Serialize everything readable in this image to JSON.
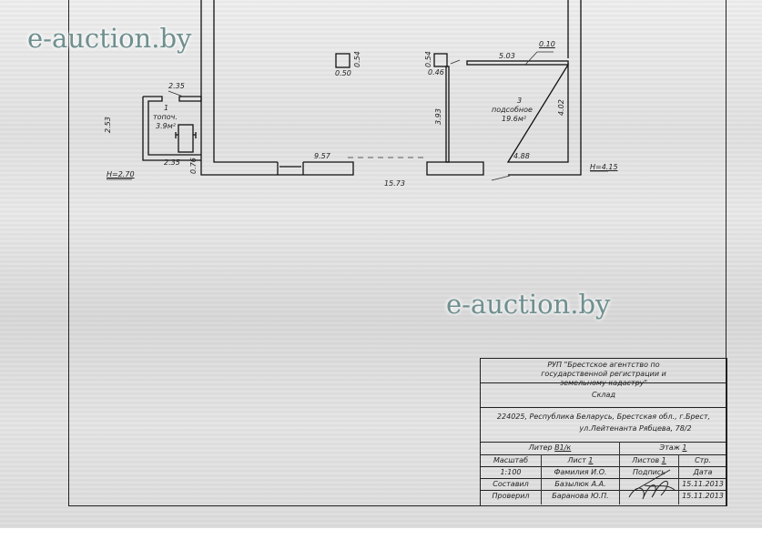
{
  "watermark": "e-auction.by",
  "plan": {
    "room1": {
      "number": "1",
      "name": "топоч.",
      "area": "3.9м²"
    },
    "room3": {
      "number": "3",
      "name": "подсобное",
      "area": "19.6м²"
    },
    "dimensions": {
      "d235_top": "2.35",
      "d253": "2.53",
      "d235_bottom": "2.35",
      "d076": "0.76",
      "h270": "H=2.70",
      "d957": "9.57",
      "d1573": "15.73",
      "d050": "0.50",
      "d054a": "0.54",
      "d054b": "0.54",
      "d046": "0.46",
      "d503": "5.03",
      "d010": "0.10",
      "d393": "3.93",
      "d402": "4.02",
      "d488": "4.88",
      "h415": "H=4.15"
    }
  },
  "title_block": {
    "organization": "РУП \"Брестское агентство по государственной регистрации и земельному кадастру\"",
    "object": "Склад",
    "address_line1": "224025, Республика Беларусь, Брестская обл., г.Брест,",
    "address_line2": "ул.Лейтенанта Рябцева, 78/2",
    "liter_label": "Литер",
    "liter_value": "В1/к",
    "floor_label": "Этаж",
    "floor_value": "1",
    "scale_label": "Масштаб",
    "sheet_label": "Лист",
    "sheet_value": "1",
    "sheets_label": "Листов",
    "sheets_value": "1",
    "page_label": "Стр.",
    "scale_value": "1:100",
    "name_header": "Фамилия И.О.",
    "signature_header": "Подпись",
    "date_header": "Дата",
    "compiled_label": "Составил",
    "compiled_name": "Базылюк А.А.",
    "compiled_date": "15.11.2013",
    "checked_label": "Проверил",
    "checked_name": "Баранова Ю.П.",
    "checked_date": "15.11.2013"
  }
}
